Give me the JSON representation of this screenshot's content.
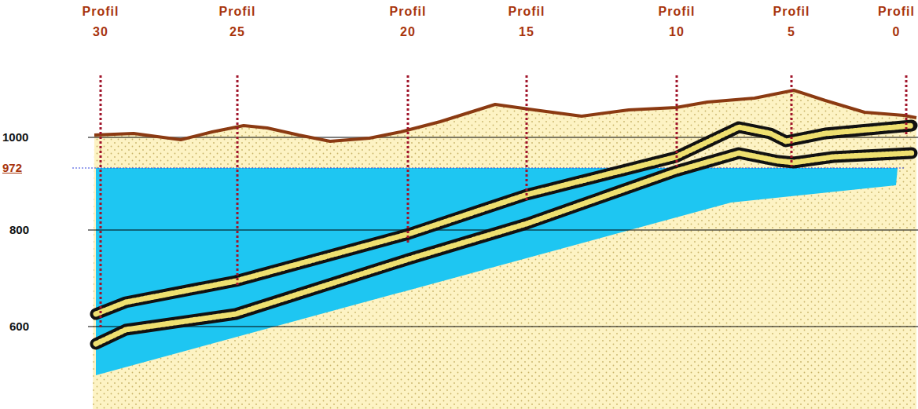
{
  "diagram": {
    "labels": [
      "Profil 30",
      "Profil 25",
      "Profil 20",
      "Profil 15",
      "Profil 10",
      "Profil 5",
      "Profil 0",
      "1000",
      "972",
      "800",
      "600"
    ]
  }
}
